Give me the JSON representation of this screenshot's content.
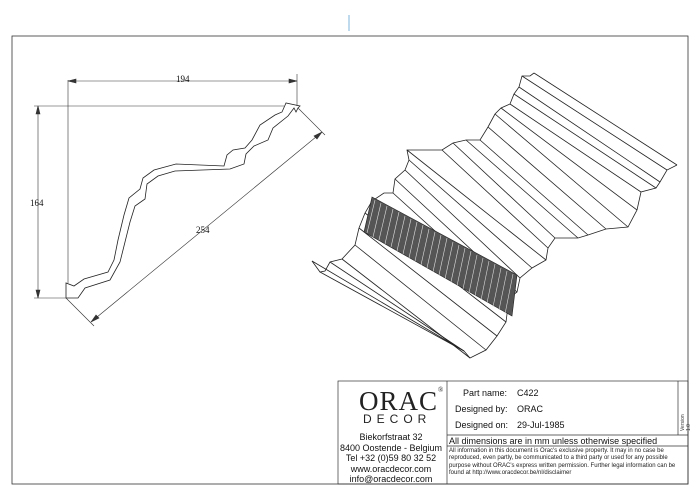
{
  "drawing": {
    "dimensions": {
      "width": "194",
      "height": "164",
      "diagonal": "254"
    }
  },
  "title_block": {
    "logo": {
      "main": "ORAC",
      "sub": "DECOR",
      "mark": "®"
    },
    "address": [
      "Biekorfstraat 32",
      "8400 Oostende - Belgium",
      "Tel +32 (0)59 80 32 52",
      "www.oracdecor.com",
      "info@oracdecor.com"
    ],
    "part_name_label": "Part name:",
    "part_name": "C422",
    "designed_by_label": "Designed by:",
    "designed_by": "ORAC",
    "designed_on_label": "Designed on:",
    "designed_on": "29-Jul-1985",
    "dimensions_note": "All dimensions are in mm unless otherwise specified",
    "legal_text": "All information in this document is Orac's exclusive property.  It may in no case be reproduced, even partly, be communicated to a third party or used for any possible purpose without ORAC's express written permission. Further legal information can be found at http://www.oracdecor.be/nl/disclaimer",
    "version": "Version 1.0"
  }
}
